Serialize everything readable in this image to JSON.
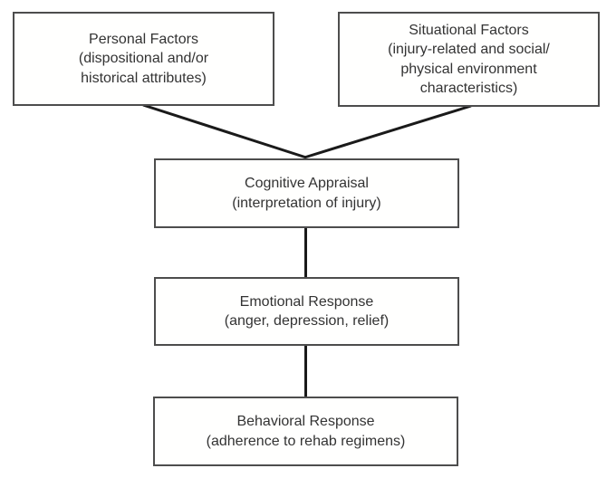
{
  "diagram": {
    "title": "Injury response model flowchart",
    "nodes": {
      "personal": {
        "title": "Personal Factors",
        "subtitle": "(dispositional and/or\nhistorical attributes)"
      },
      "situational": {
        "title": "Situational Factors",
        "subtitle": "(injury-related and social/\nphysical environment\ncharacteristics)"
      },
      "cognitive": {
        "title": "Cognitive Appraisal",
        "subtitle": "(interpretation of injury)"
      },
      "emotional": {
        "title": "Emotional Response",
        "subtitle": "(anger, depression, relief)"
      },
      "behavioral": {
        "title": "Behavioral Response",
        "subtitle": "(adherence to rehab regimens)"
      }
    },
    "edges": [
      {
        "from": "personal",
        "to": "cognitive"
      },
      {
        "from": "situational",
        "to": "cognitive"
      },
      {
        "from": "cognitive",
        "to": "emotional"
      },
      {
        "from": "emotional",
        "to": "behavioral"
      }
    ],
    "colors": {
      "box_border": "#4d4d4d",
      "box_fill": "#fffffe",
      "connector_line": "#1a1a1a",
      "text": "#333333",
      "background": "#ffffff"
    }
  }
}
